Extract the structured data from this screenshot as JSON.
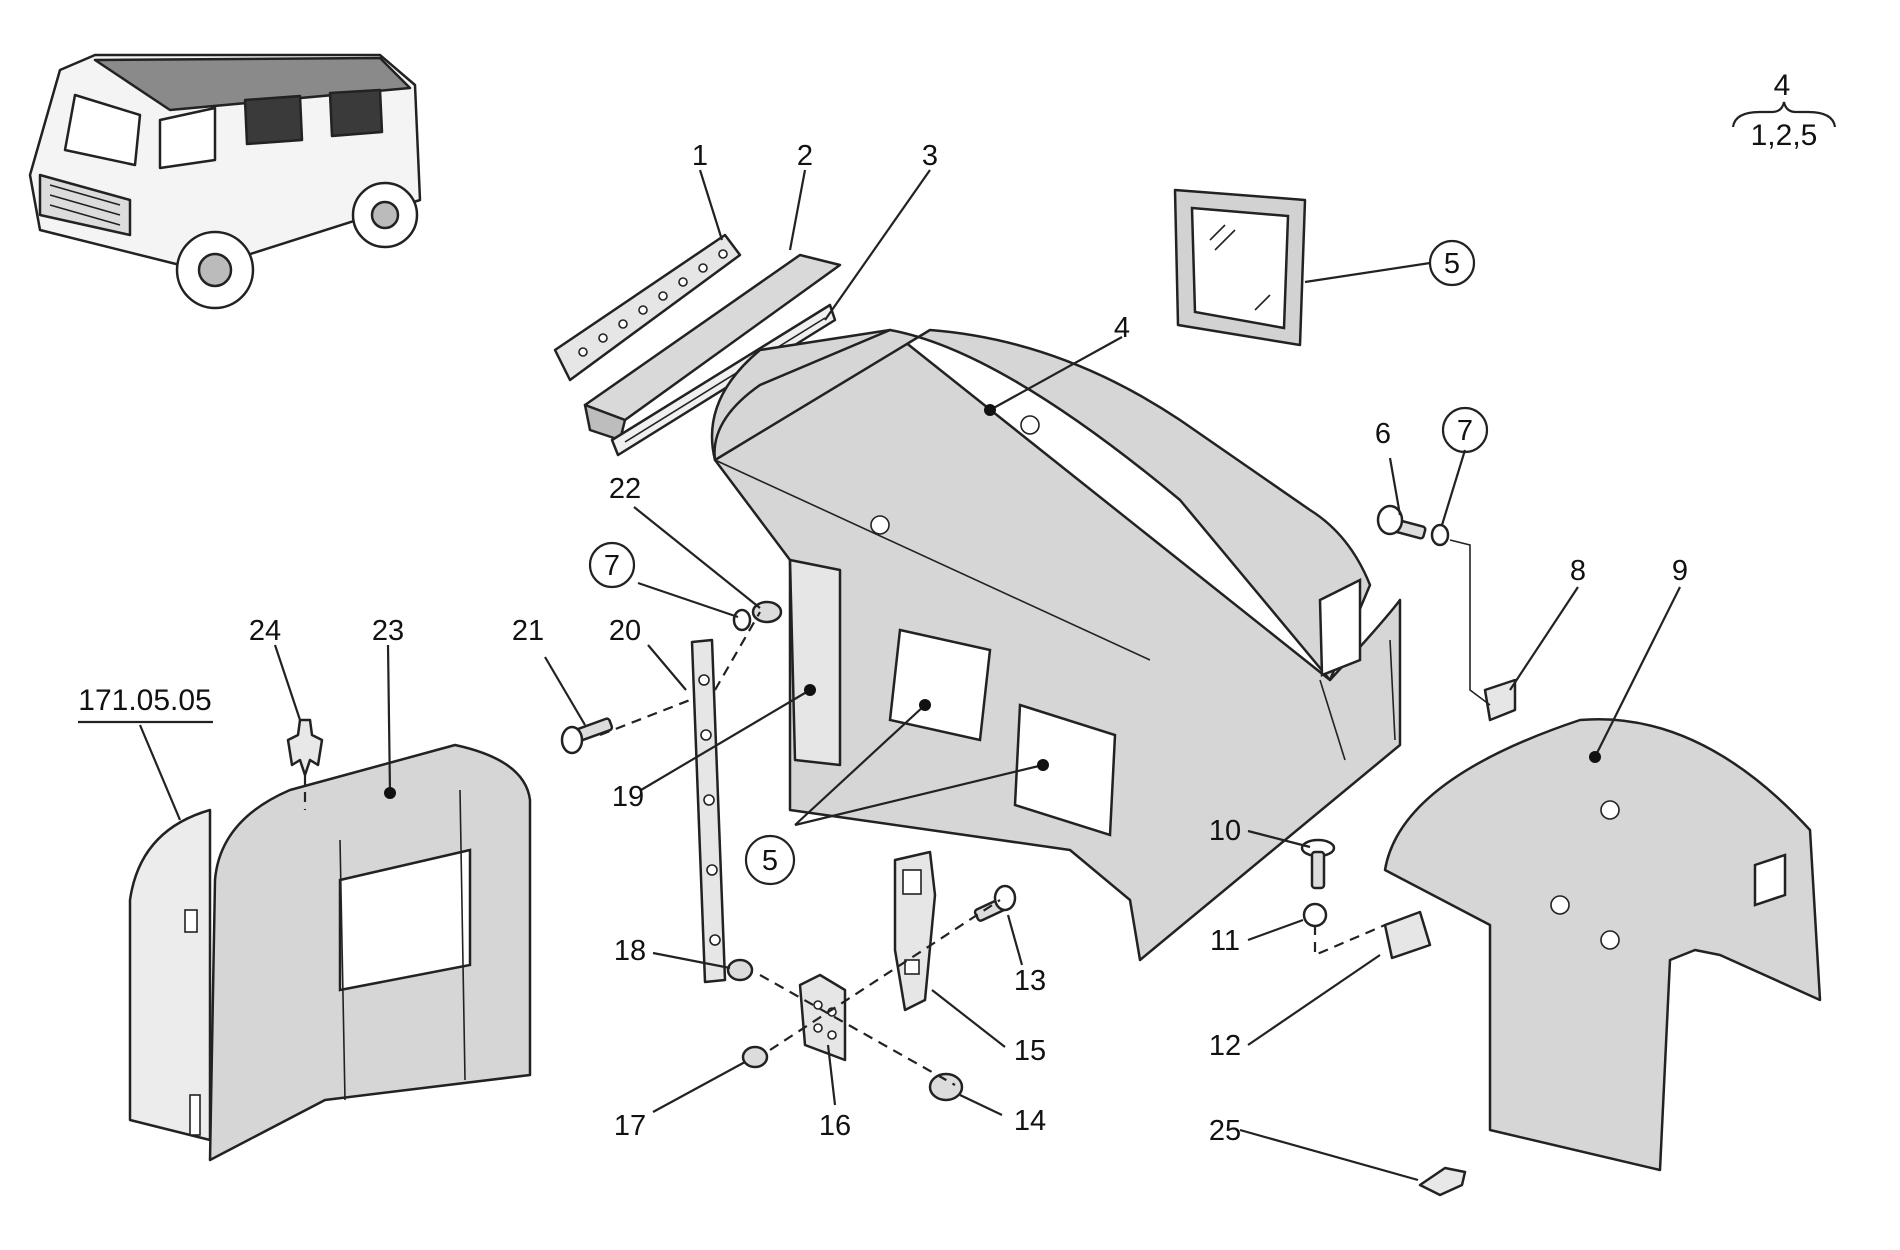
{
  "assembly": {
    "item": "4",
    "components": "1,2,5"
  },
  "reference": {
    "drawing": "171.05.05"
  },
  "callouts": [
    {
      "id": "c1",
      "label": "1"
    },
    {
      "id": "c2",
      "label": "2"
    },
    {
      "id": "c3",
      "label": "3"
    },
    {
      "id": "c4",
      "label": "4"
    },
    {
      "id": "c5a",
      "label": "5",
      "circled": true
    },
    {
      "id": "c5b",
      "label": "5",
      "circled": true
    },
    {
      "id": "c6",
      "label": "6"
    },
    {
      "id": "c7a",
      "label": "7",
      "circled": true
    },
    {
      "id": "c7b",
      "label": "7",
      "circled": true
    },
    {
      "id": "c8",
      "label": "8"
    },
    {
      "id": "c9",
      "label": "9"
    },
    {
      "id": "c10",
      "label": "10"
    },
    {
      "id": "c11",
      "label": "11"
    },
    {
      "id": "c12",
      "label": "12"
    },
    {
      "id": "c13",
      "label": "13"
    },
    {
      "id": "c14",
      "label": "14"
    },
    {
      "id": "c15",
      "label": "15"
    },
    {
      "id": "c16",
      "label": "16"
    },
    {
      "id": "c17",
      "label": "17"
    },
    {
      "id": "c18",
      "label": "18"
    },
    {
      "id": "c19",
      "label": "19"
    },
    {
      "id": "c20",
      "label": "20"
    },
    {
      "id": "c21",
      "label": "21"
    },
    {
      "id": "c22",
      "label": "22"
    },
    {
      "id": "c23",
      "label": "23"
    },
    {
      "id": "c24",
      "label": "24"
    },
    {
      "id": "c25",
      "label": "25"
    }
  ]
}
